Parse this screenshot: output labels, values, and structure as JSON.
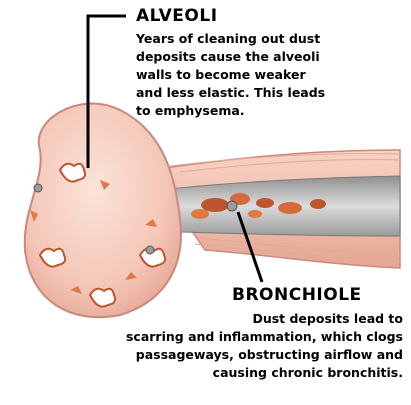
{
  "alveoli": {
    "title": "ALVEOLI",
    "lines": [
      "Years of cleaning out dust",
      "deposits cause the alveoli",
      "walls to become weaker",
      "and less elastic. This leads",
      "to emphysema."
    ]
  },
  "bronchiole": {
    "title": "BRONCHIOLE",
    "lines": [
      "Dust deposits lead to",
      "scarring and inflammation, which clogs",
      "passageways, obstructing airflow and",
      "causing chronic bronchitis."
    ]
  },
  "colors": {
    "tissue": "#f4c7b8",
    "tissue_edge": "#c98a7c",
    "deposit": "#c0542c",
    "airway": "#b9b9b9"
  }
}
